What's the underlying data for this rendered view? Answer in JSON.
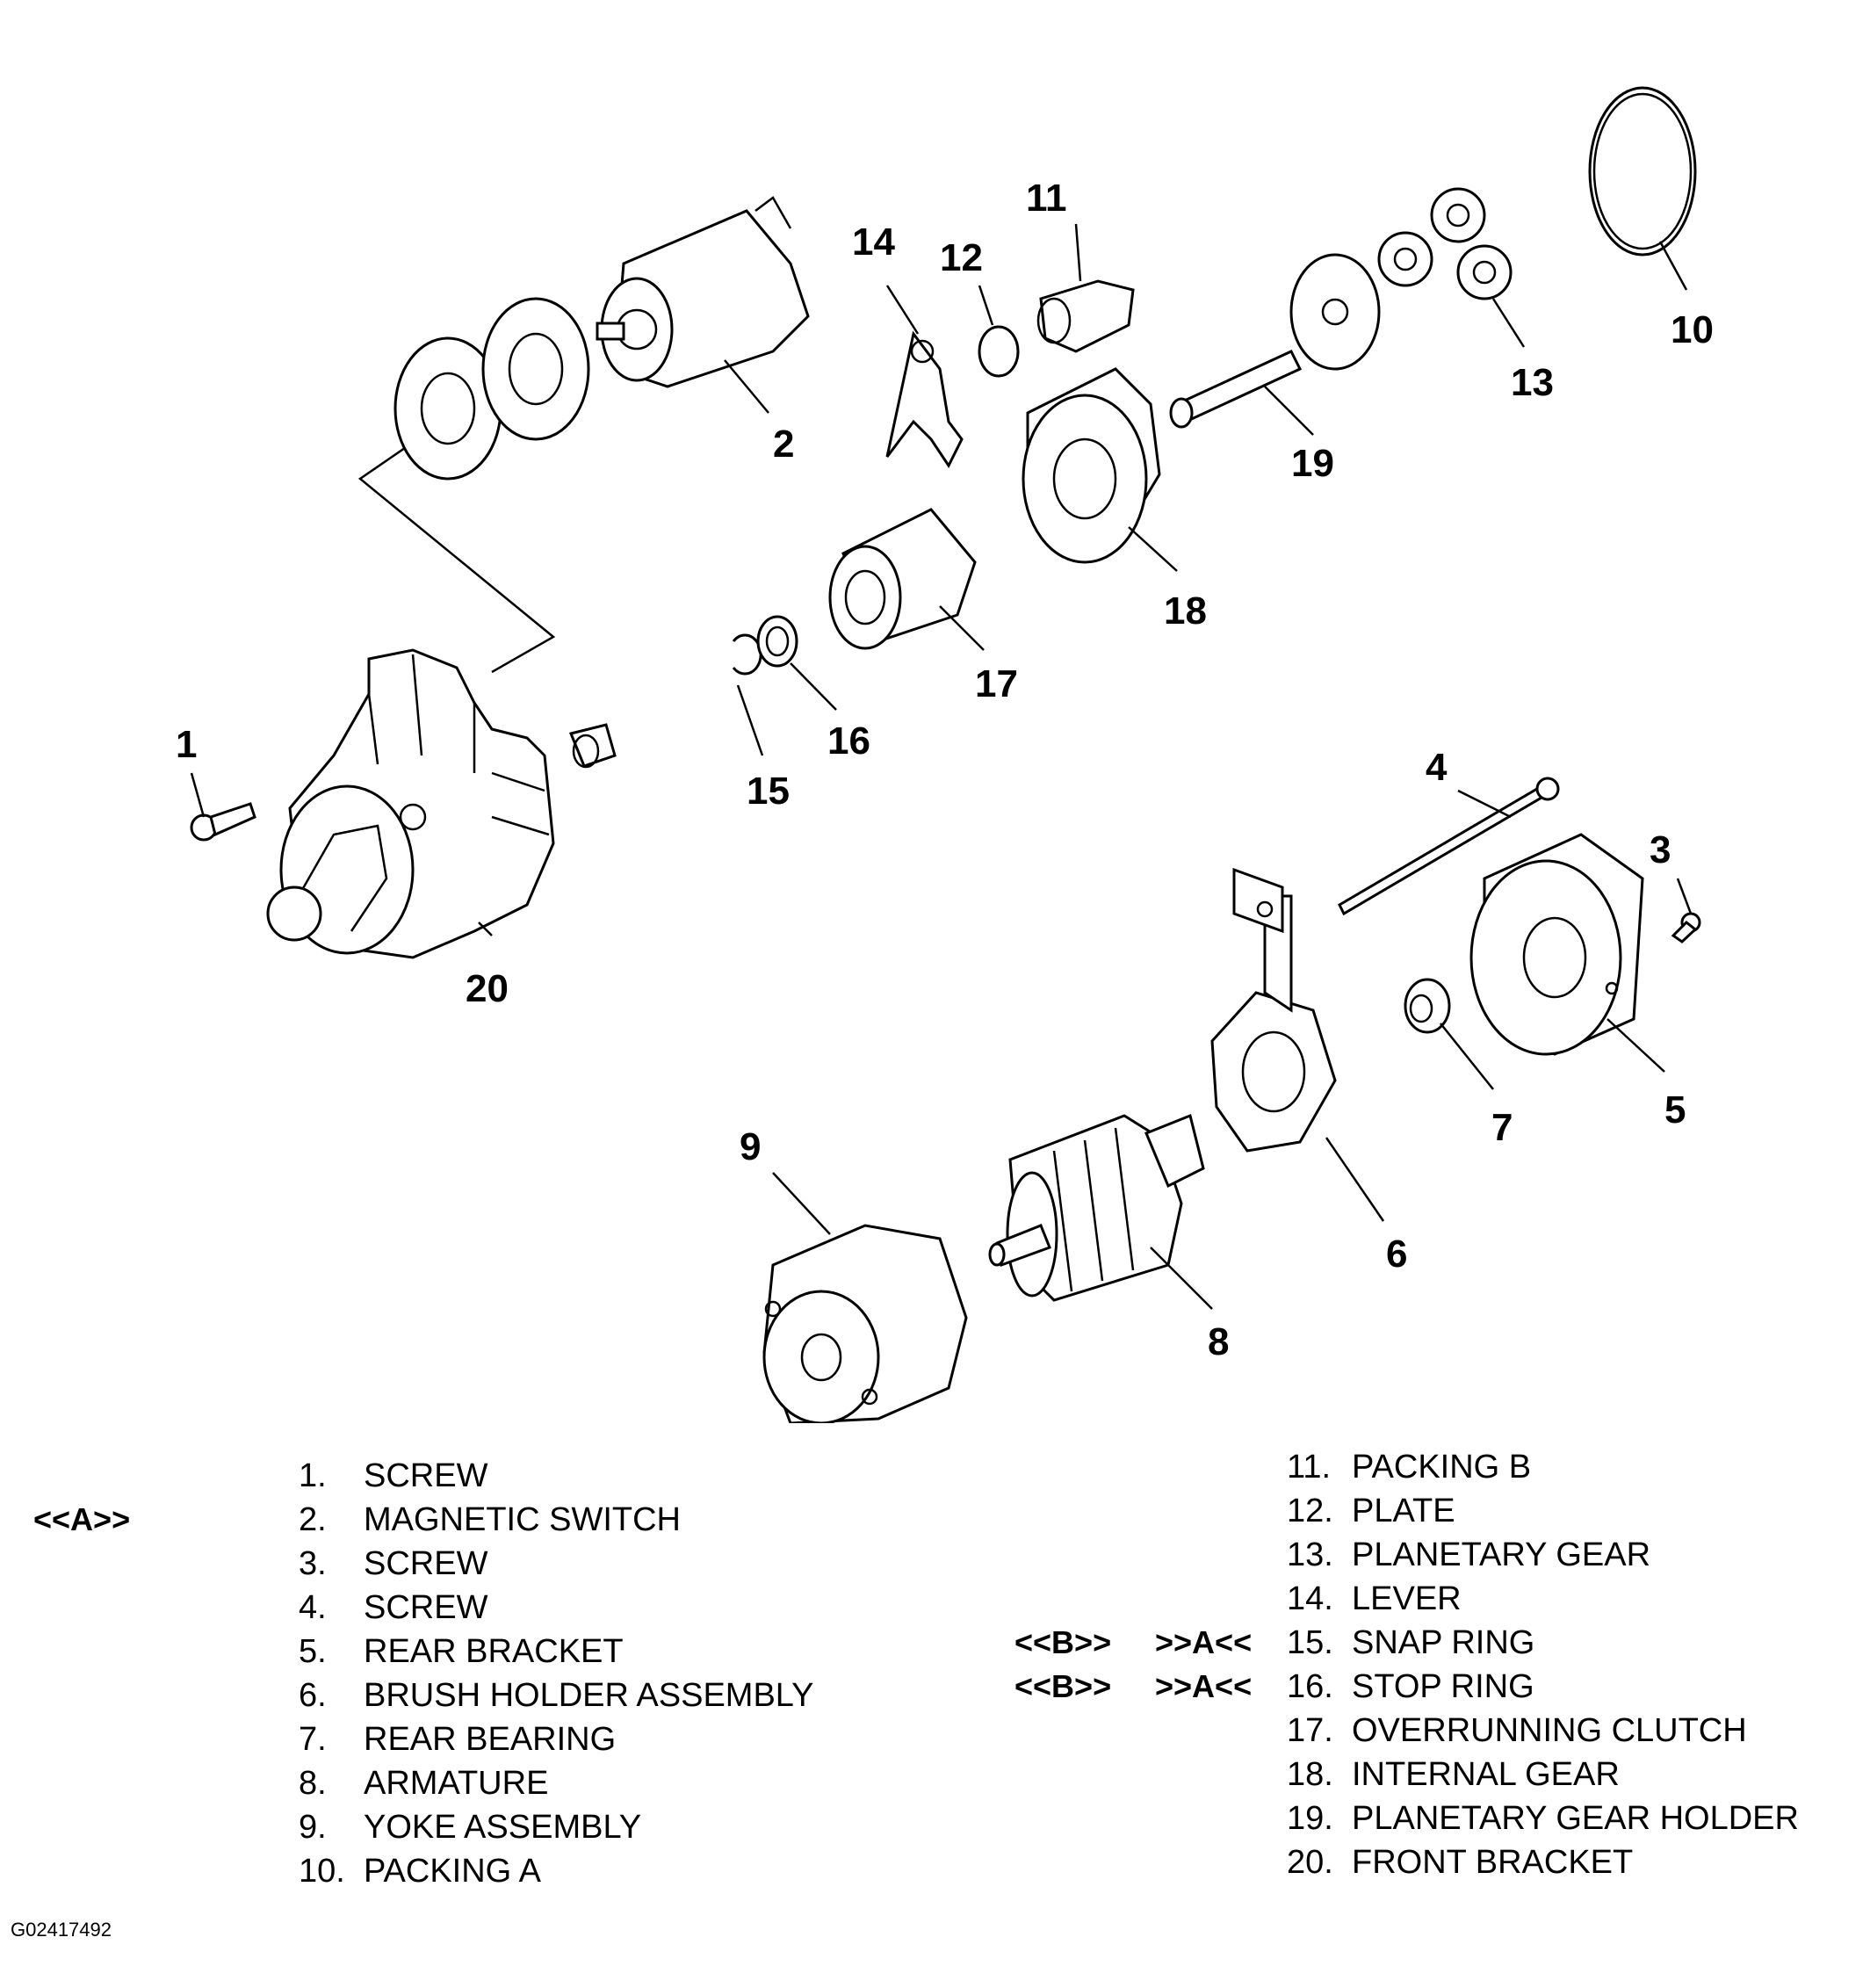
{
  "callouts": [
    "1",
    "2",
    "3",
    "4",
    "5",
    "6",
    "7",
    "8",
    "9",
    "10",
    "11",
    "12",
    "13",
    "14",
    "15",
    "16",
    "17",
    "18",
    "19",
    "20"
  ],
  "legend_left": [
    {
      "num": "1.",
      "label": "SCREW"
    },
    {
      "num": "2.",
      "label": "MAGNETIC SWITCH"
    },
    {
      "num": "3.",
      "label": "SCREW"
    },
    {
      "num": "4.",
      "label": "SCREW"
    },
    {
      "num": "5.",
      "label": "REAR BRACKET"
    },
    {
      "num": "6.",
      "label": "BRUSH HOLDER ASSEMBLY"
    },
    {
      "num": "7.",
      "label": "REAR BEARING"
    },
    {
      "num": "8.",
      "label": "ARMATURE"
    },
    {
      "num": "9.",
      "label": "YOKE ASSEMBLY"
    },
    {
      "num": "10.",
      "label": "PACKING A"
    }
  ],
  "legend_right": [
    {
      "num": "11.",
      "label": "PACKING B"
    },
    {
      "num": "12.",
      "label": "PLATE"
    },
    {
      "num": "13.",
      "label": "PLANETARY GEAR"
    },
    {
      "num": "14.",
      "label": "LEVER"
    },
    {
      "num": "15.",
      "label": "SNAP RING"
    },
    {
      "num": "16.",
      "label": "STOP RING"
    },
    {
      "num": "17.",
      "label": "OVERRUNNING CLUTCH"
    },
    {
      "num": "18.",
      "label": "INTERNAL GEAR"
    },
    {
      "num": "19.",
      "label": "PLANETARY GEAR HOLDER"
    },
    {
      "num": "20.",
      "label": "FRONT BRACKET"
    }
  ],
  "tag_a_left": "<<A>>",
  "tags_right": [
    {
      "b": "<<B>>",
      "a": ">>A<<"
    },
    {
      "b": "<<B>>",
      "a": ">>A<<"
    }
  ],
  "figure_code": "G02417492"
}
